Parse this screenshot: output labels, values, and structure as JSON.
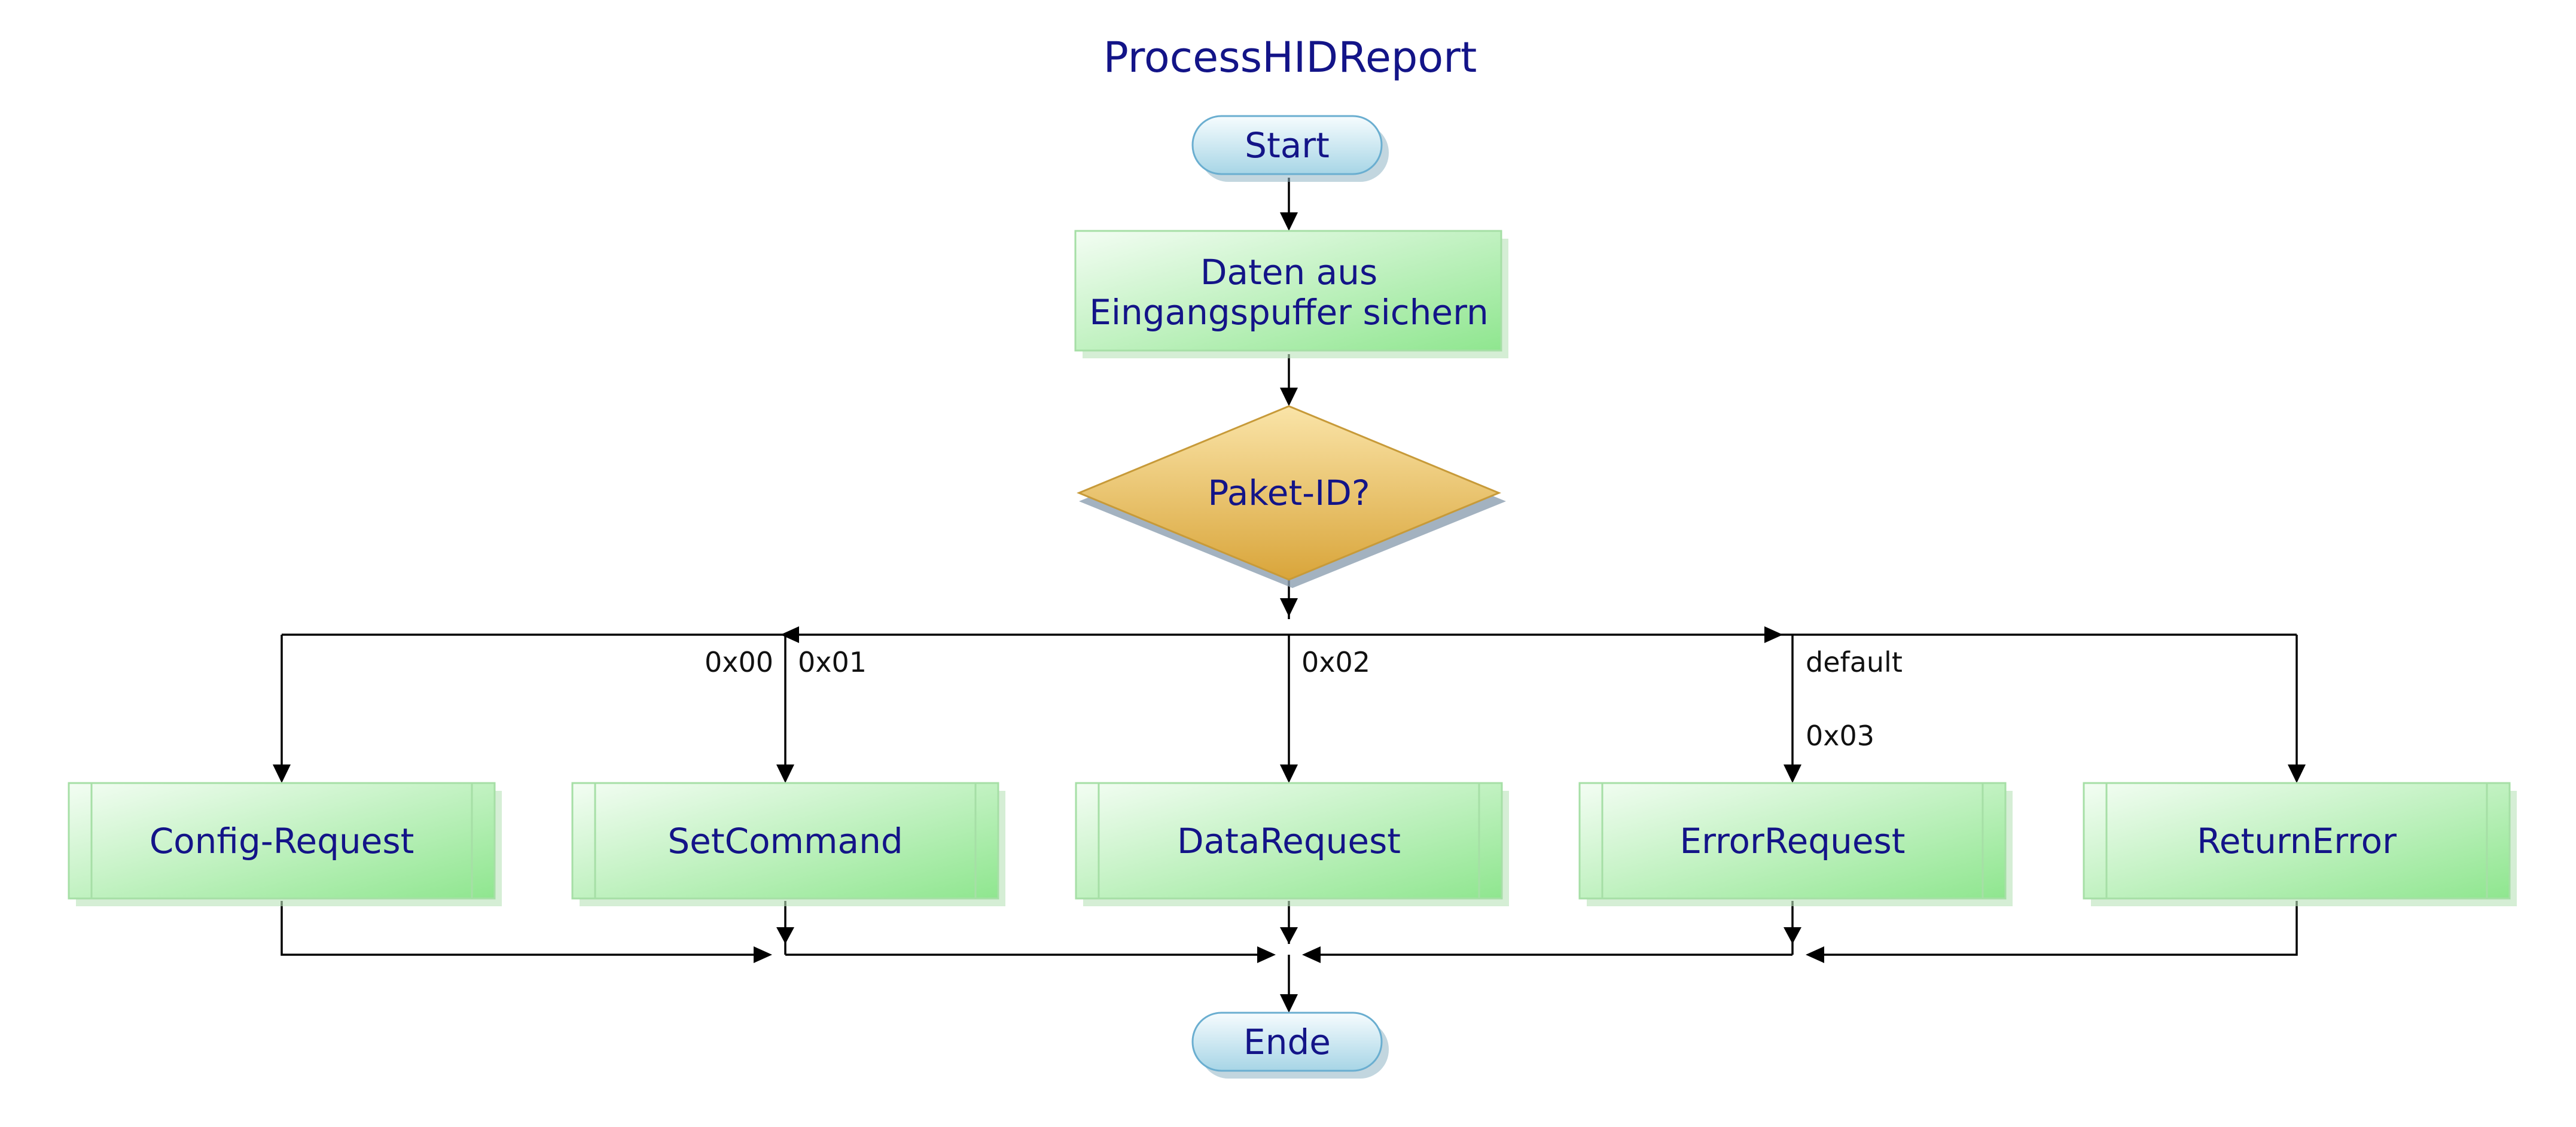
{
  "title": "ProcessHIDReport",
  "nodes": {
    "start": "Start",
    "save_line1": "Daten aus",
    "save_line2": "Eingangspuffer sichern",
    "decision": "Paket-ID?",
    "config_request": "Config-Request",
    "set_command": "SetCommand",
    "data_request": "DataRequest",
    "error_request": "ErrorRequest",
    "return_error": "ReturnError",
    "end": "Ende"
  },
  "branch_labels": {
    "config_request": "0x00",
    "set_command": "0x01",
    "data_request": "0x02",
    "error_request_default": "default",
    "error_request": "0x03"
  },
  "colors": {
    "title_text": "#131488",
    "process_fill_light": "#f0fdf0",
    "process_fill_dark": "#8fe68f",
    "process_border": "#a6dfa6",
    "decision_fill_light": "#f8dc9c",
    "decision_fill_dark": "#dba83e",
    "decision_border": "#c79a39",
    "terminal_fill_light": "#f4fbfe",
    "terminal_fill_dark": "#a9d7e8",
    "terminal_border": "#6aaed0",
    "connector": "#000000"
  }
}
